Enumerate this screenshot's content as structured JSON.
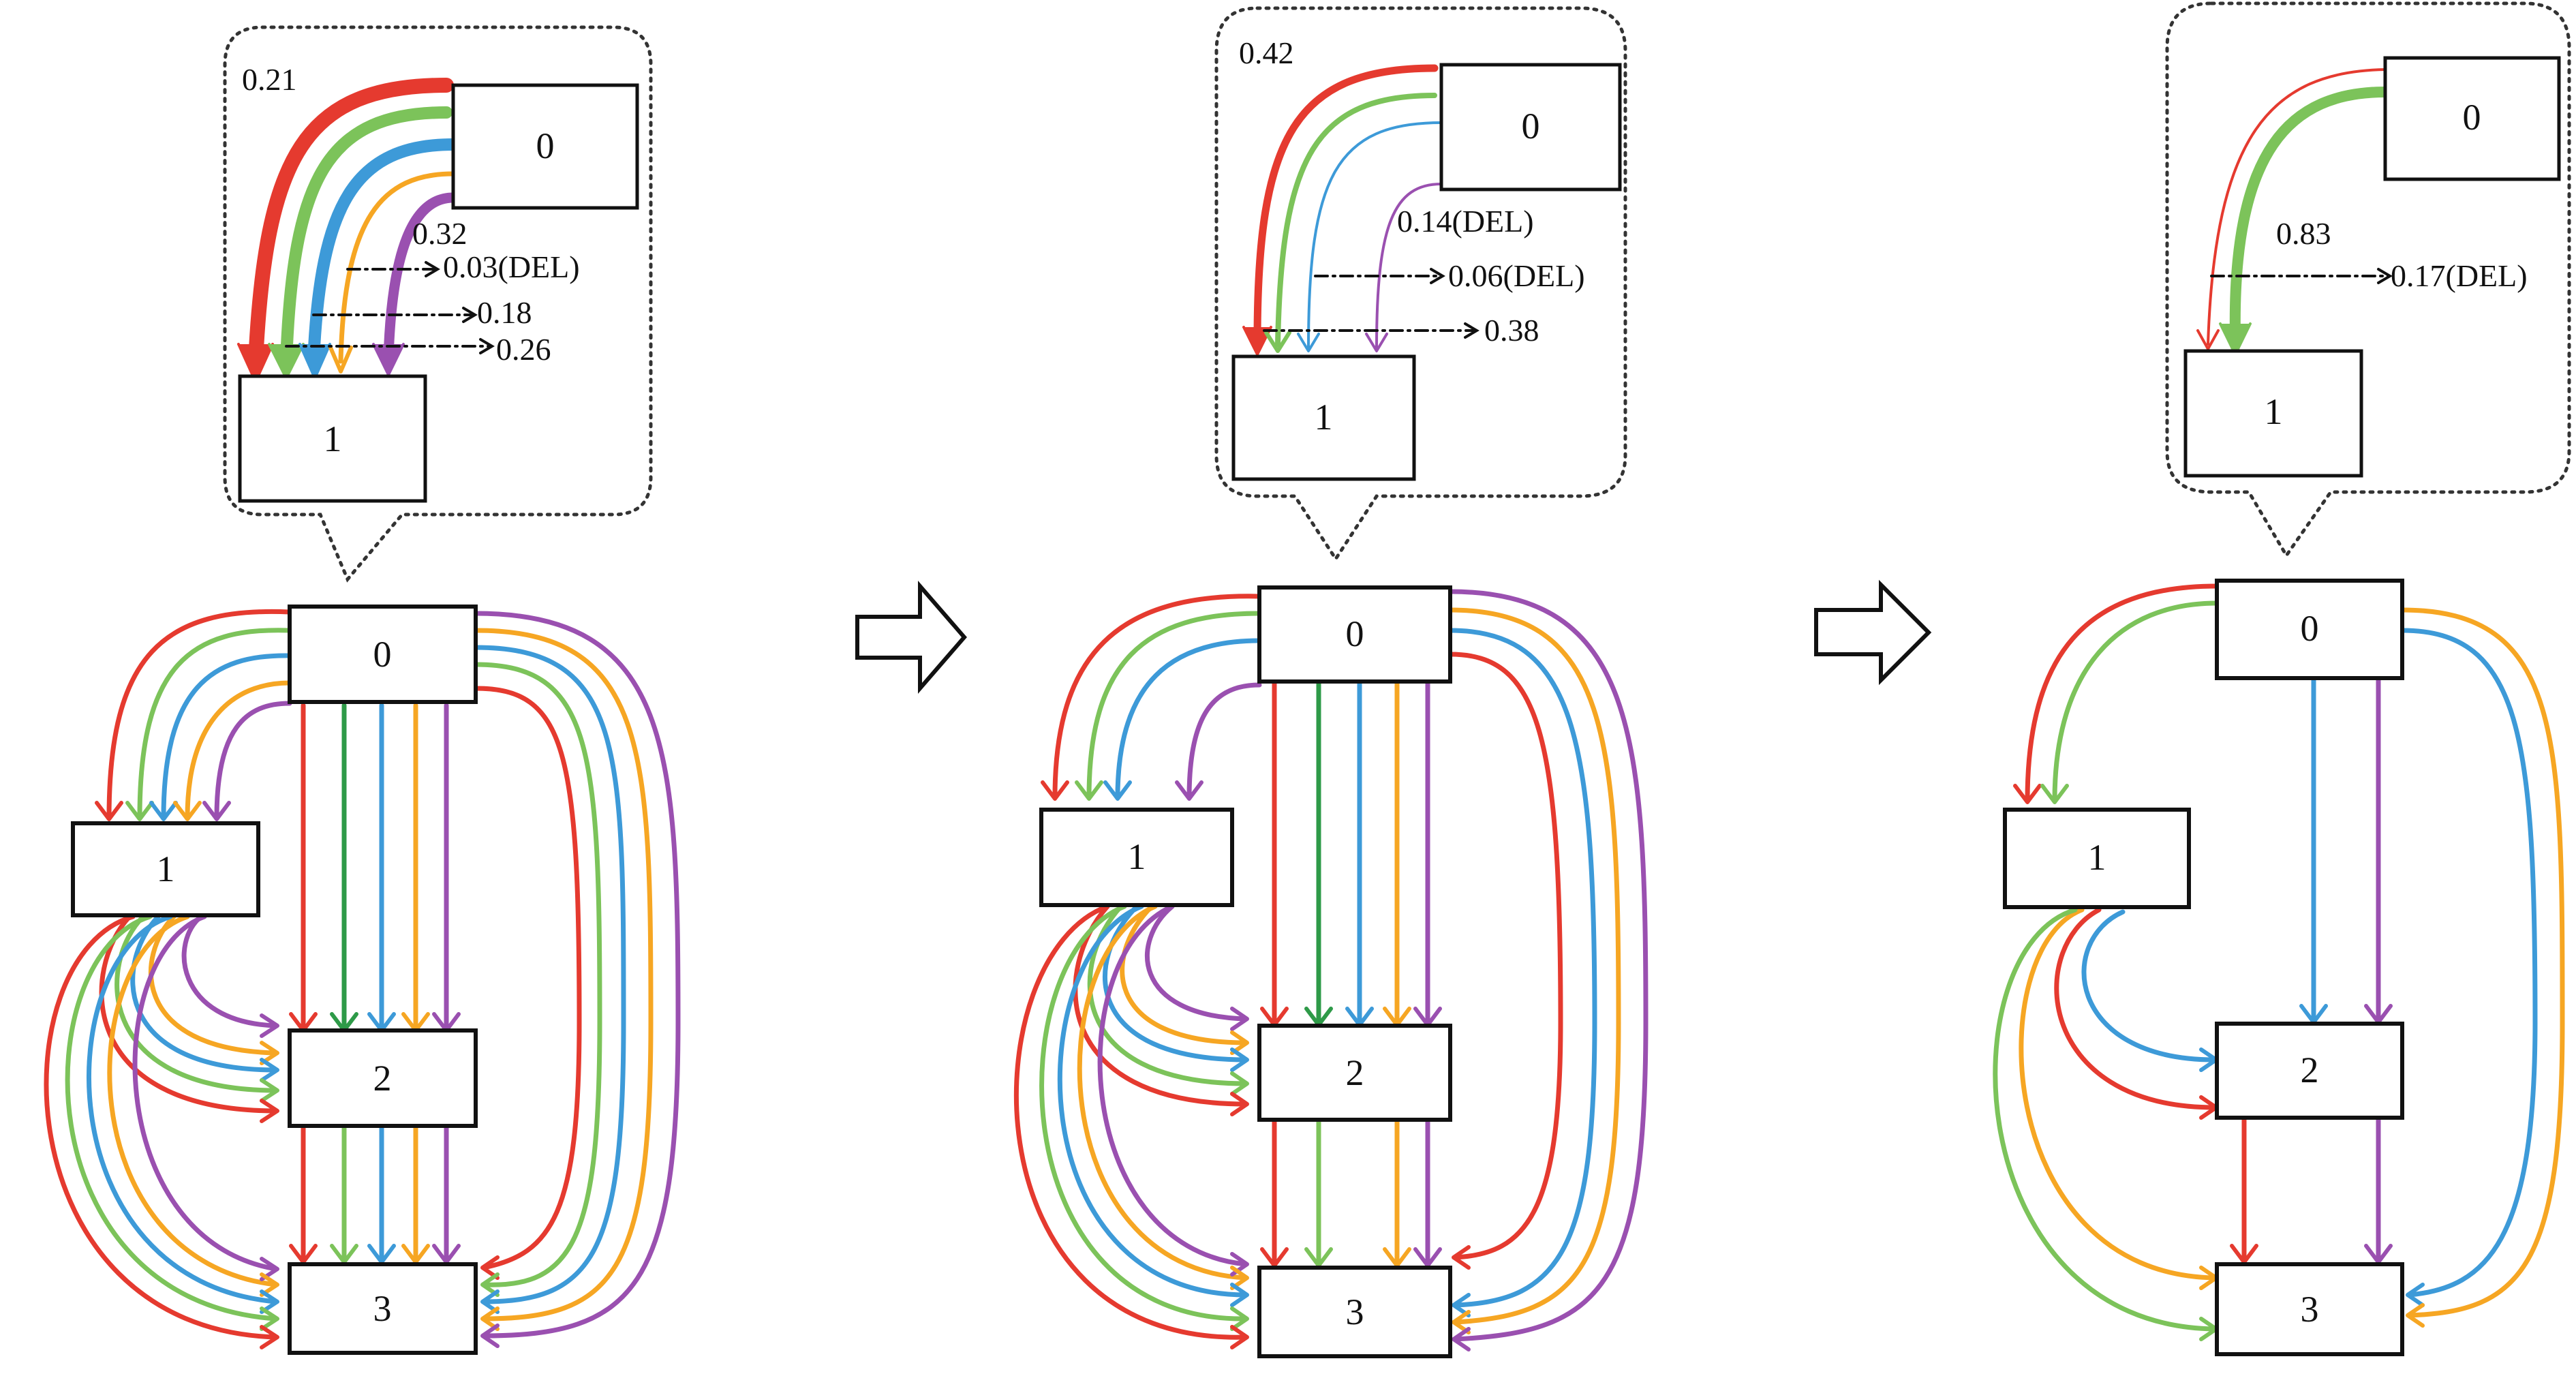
{
  "colors": {
    "red": "#e53a2f",
    "green": "#7cc35a",
    "darkgreen": "#2e9a48",
    "blue": "#3d9ad8",
    "orange": "#f6a623",
    "purple": "#9a50b0",
    "black": "#111111"
  },
  "panels": [
    {
      "id": "panel-1",
      "nodes": {
        "n0": "0",
        "n1": "1",
        "n2": "2",
        "n3": "3"
      },
      "callout": {
        "node0": "0",
        "node1": "1",
        "prob_top": "0.21",
        "prob_mid": "0.32",
        "del_1": "0.03(DEL)",
        "del_2": "0.18",
        "del_3": "0.26"
      }
    },
    {
      "id": "panel-2",
      "nodes": {
        "n0": "0",
        "n1": "1",
        "n2": "2",
        "n3": "3"
      },
      "callout": {
        "node0": "0",
        "node1": "1",
        "prob_top": "0.42",
        "prob_mid": "0.14(DEL)",
        "del_1": "0.06(DEL)",
        "del_2": "0.38"
      }
    },
    {
      "id": "panel-3",
      "nodes": {
        "n0": "0",
        "n1": "1",
        "n2": "2",
        "n3": "3"
      },
      "callout": {
        "node0": "0",
        "node1": "1",
        "prob_mid": "0.83",
        "del_1": "0.17(DEL)"
      }
    }
  ]
}
